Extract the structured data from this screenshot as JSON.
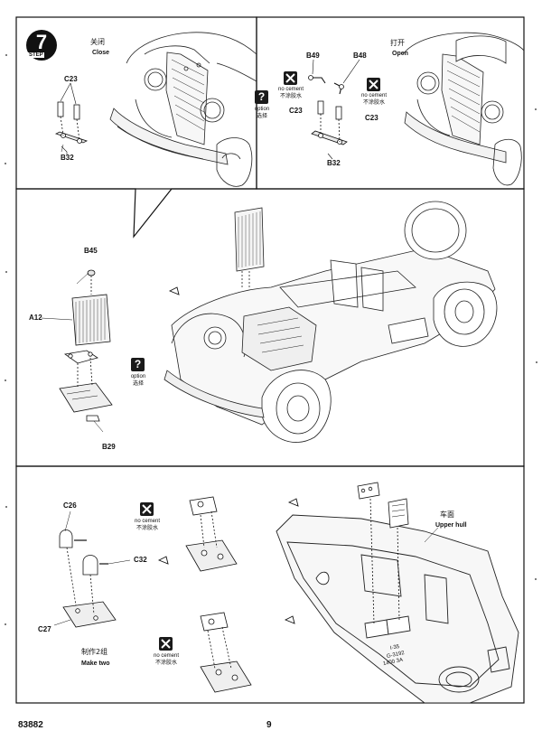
{
  "step": {
    "number": "7",
    "word": "STEP"
  },
  "panel_top_left": {
    "label_cn": "关闭",
    "label_en": "Close",
    "parts": {
      "c23": "C23",
      "b32": "B32"
    }
  },
  "panel_top_right": {
    "label_cn": "打开",
    "label_en": "Open",
    "parts": {
      "b49": "B49",
      "b48": "B48",
      "c23_left": "C23",
      "c23_right": "C23",
      "b32": "B32"
    },
    "no_cement_left": {
      "en": "no cement",
      "cn": "不涂胶水"
    },
    "no_cement_right": {
      "en": "no cement",
      "cn": "不涂胶水"
    }
  },
  "option_top": {
    "en": "option",
    "cn": "选择"
  },
  "panel_middle": {
    "parts": {
      "b45": "B45",
      "a12": "A12",
      "b29": "B29"
    },
    "option": {
      "en": "option",
      "cn": "选择"
    }
  },
  "panel_bottom": {
    "parts": {
      "c26": "C26",
      "c32": "C32",
      "c27": "C27"
    },
    "make_two_cn": "制作2组",
    "make_two_en": "Make two",
    "no_cement_top": {
      "en": "no cement",
      "cn": "不涂胶水"
    },
    "no_cement_bottom": {
      "en": "no cement",
      "cn": "不涂胶水"
    },
    "upper_hull_cn": "车面",
    "upper_hull_en": "Upper hull",
    "hull_text": [
      "I-35",
      "G-3192",
      "1400 3A"
    ]
  },
  "footer": {
    "kit_number": "83882",
    "page_number": "9"
  },
  "icons": {
    "no_cement": "x-icon",
    "option": "question-icon",
    "step": "step-badge-icon",
    "rotate": "rotate-arrow-icon"
  }
}
